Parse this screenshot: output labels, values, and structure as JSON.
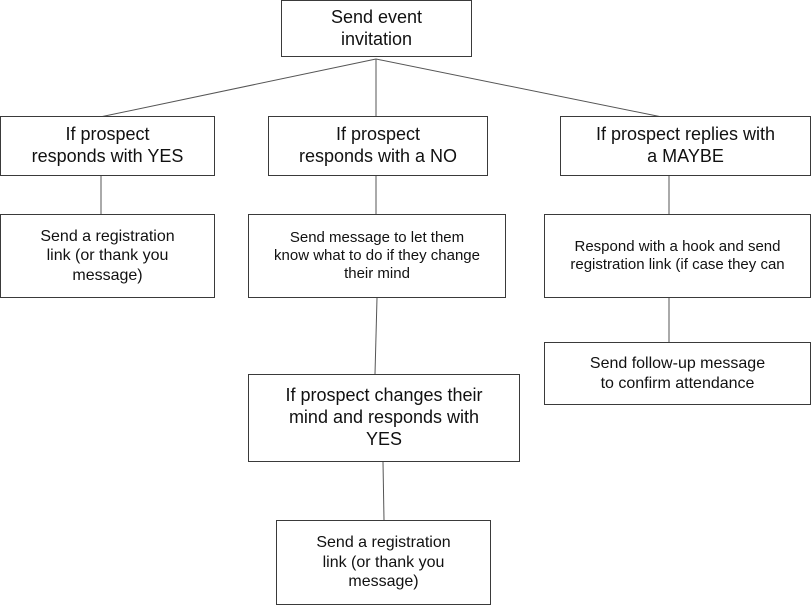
{
  "diagram": {
    "nodes": {
      "root": "Send event\ninvitation",
      "yes": "If prospect\nresponds with YES",
      "no": "If prospect\nresponds with a NO",
      "maybe": "If prospect replies with\na MAYBE",
      "yes_action": "Send a registration\nlink (or thank you\nmessage)",
      "no_action": "Send message to let them\nknow what to do if they change\ntheir mind",
      "maybe_action": "Respond with a hook and send\nregistration link (if case they can",
      "change_mind": "If prospect changes their\nmind and responds with\nYES",
      "followup": "Send follow-up message\nto confirm attendance",
      "final_action": "Send a registration\nlink (or thank you\nmessage)"
    }
  }
}
